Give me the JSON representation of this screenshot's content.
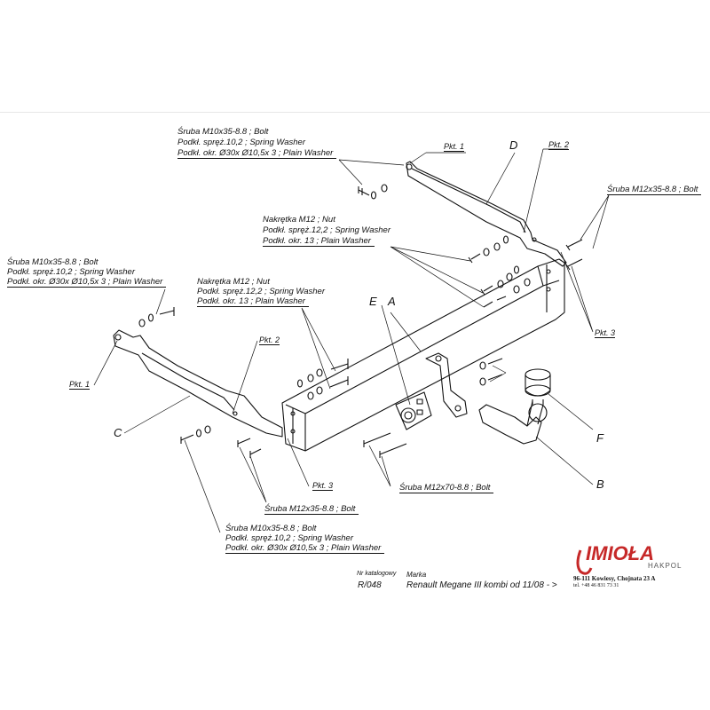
{
  "labels": {
    "top_bolt_group": [
      "Śruba M10x35-8.8 ;  Bolt",
      "Podkł. spręż.10,2 ; Spring Washer",
      "Podkł. okr.  Ø30x Ø10,5x 3 ; Plain Washer"
    ],
    "left_bolt_group": [
      "Śruba M10x35-8.8 ;  Bolt",
      "Podkł. spręż.10,2 ; Spring Washer",
      "Podkł. okr.  Ø30x Ø10,5x 3 ; Plain Washer"
    ],
    "bottom_bolt_group": [
      "Śruba M10x35-8.8 ;  Bolt",
      "Podkł. spręż.10,2 ; Spring Washer",
      "Podkł. okr.  Ø30x Ø10,5x 3 ; Plain Washer"
    ],
    "nut_group_upper": [
      "Nakrętka  M12 ; Nut",
      "Podkł. spręż.12,2 ; Spring Washer",
      "Podkł. okr. 13 ; Plain Washer"
    ],
    "nut_group_lower": [
      "Nakrętka  M12 ; Nut",
      "Podkł. spręż.12,2 ; Spring Washer",
      "Podkł. okr. 13 ; Plain Washer"
    ],
    "bolt_m12x35_right": "Śruba M12x35-8.8  ;  Bolt",
    "bolt_m12x35_bottom": "Śruba M12x35-8.8  ;  Bolt",
    "bolt_m12x70": "Śruba M12x70-8.8  ;  Bolt"
  },
  "points": {
    "pkt1_top": "Pkt. 1",
    "pkt2_top": "Pkt. 2",
    "pkt3_right": "Pkt. 3",
    "pkt1_left": "Pkt. 1",
    "pkt2_left": "Pkt. 2",
    "pkt3_bottom": "Pkt. 3"
  },
  "letters": {
    "A": "A",
    "B": "B",
    "C": "C",
    "D": "D",
    "E": "E",
    "F": "F"
  },
  "title_block": {
    "catalog_caption": "Nr katalogowy",
    "catalog_number": "R/048",
    "make_caption": "Marka",
    "make_value": "Renault Megane III kombi  od 11/08 - >"
  },
  "company": {
    "brand": "IMIOŁA",
    "sub": "HAKPOL",
    "address": "96-111 Kowiesy, Chojnata 23 A",
    "phone": "tel. +48 46 831 73 31"
  },
  "colors": {
    "brand_red": "#c62828",
    "line": "#111111"
  }
}
